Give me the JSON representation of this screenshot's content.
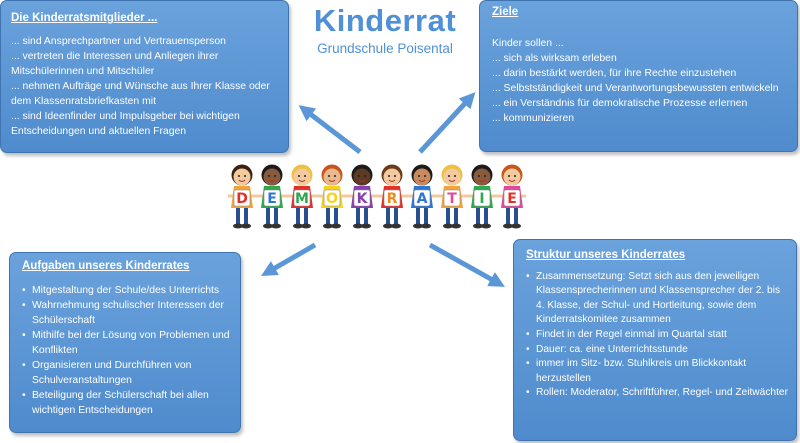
{
  "header": {
    "title": "Kinderrat",
    "subtitle": "Grundschule Poisental"
  },
  "mitglieder": {
    "heading": "Die Kinderratsmitglieder ...",
    "items": [
      "... sind Ansprechpartner und Vertrauensperson",
      "... vertreten die Interessen und Anliegen ihrer Mitschülerinnen und Mitschüler",
      "... nehmen Aufträge und Wünsche aus Ihrer Klasse oder dem Klassenratsbriefkasten mit",
      "... sind Ideenfinder und Impulsgeber bei wichtigen Entscheidungen und aktuellen Fragen"
    ]
  },
  "ziele": {
    "heading": "Ziele",
    "intro": "Kinder sollen ...",
    "items": [
      "... sich als wirksam erleben",
      "... darin bestärkt werden, für ihre Rechte einzustehen",
      "... Selbstständigkeit und Verantwortungsbewussten entwickeln",
      "... ein Verständnis für demokratische Prozesse erlernen",
      "... kommunizieren"
    ]
  },
  "aufgaben": {
    "heading": "Aufgaben unseres Kinderrates",
    "items": [
      "Mitgestaltung der Schule/des Unterrichts",
      "Wahrnehmung schulischer Interessen der Schülerschaft",
      "Mithilfe bei der Lösung von Problemen und Konflikten",
      "Organisieren und Durchführen von Schulveranstaltungen",
      "Beteiligung der Schülerschaft bei allen wichtigen Entscheidungen"
    ]
  },
  "struktur": {
    "heading": "Struktur unseres Kinderrates",
    "items": [
      "Zusammensetzung: Setzt sich aus den jeweiligen Klassensprecherinnen und Klassensprecher der 2. bis 4. Klasse, der Schul- und Hortleitung, sowie dem Kinderratskomitee zusammen",
      "Findet in der Regel einmal im Quartal statt",
      "Dauer: ca. eine Unterrichtsstunde",
      "immer im Sitz- bzw. Stuhlkreis um Blickkontakt herzustellen",
      "Rollen: Moderator, Schriftführer, Regel- und Zeitwächter"
    ]
  },
  "banner": {
    "letters": [
      "D",
      "E",
      "M",
      "O",
      "K",
      "R",
      "A",
      "T",
      "I",
      "E"
    ],
    "kid_colors": [
      "#f0a43a",
      "#2fa84f",
      "#e0322b",
      "#f7d21a",
      "#8a3fb0",
      "#e0322b",
      "#2a78d4",
      "#f0a43a",
      "#2fa84f",
      "#e04a9a"
    ],
    "letter_colors": [
      "#e0322b",
      "#2a78d4",
      "#2fa84f",
      "#f7d21a",
      "#8a3fb0",
      "#f08a1a",
      "#2a78d4",
      "#e04a9a",
      "#2fa84f",
      "#e0322b"
    ]
  },
  "colors": {
    "box": "#5b96d6",
    "title": "#4f90d6",
    "arrow": "#5b96d6"
  }
}
